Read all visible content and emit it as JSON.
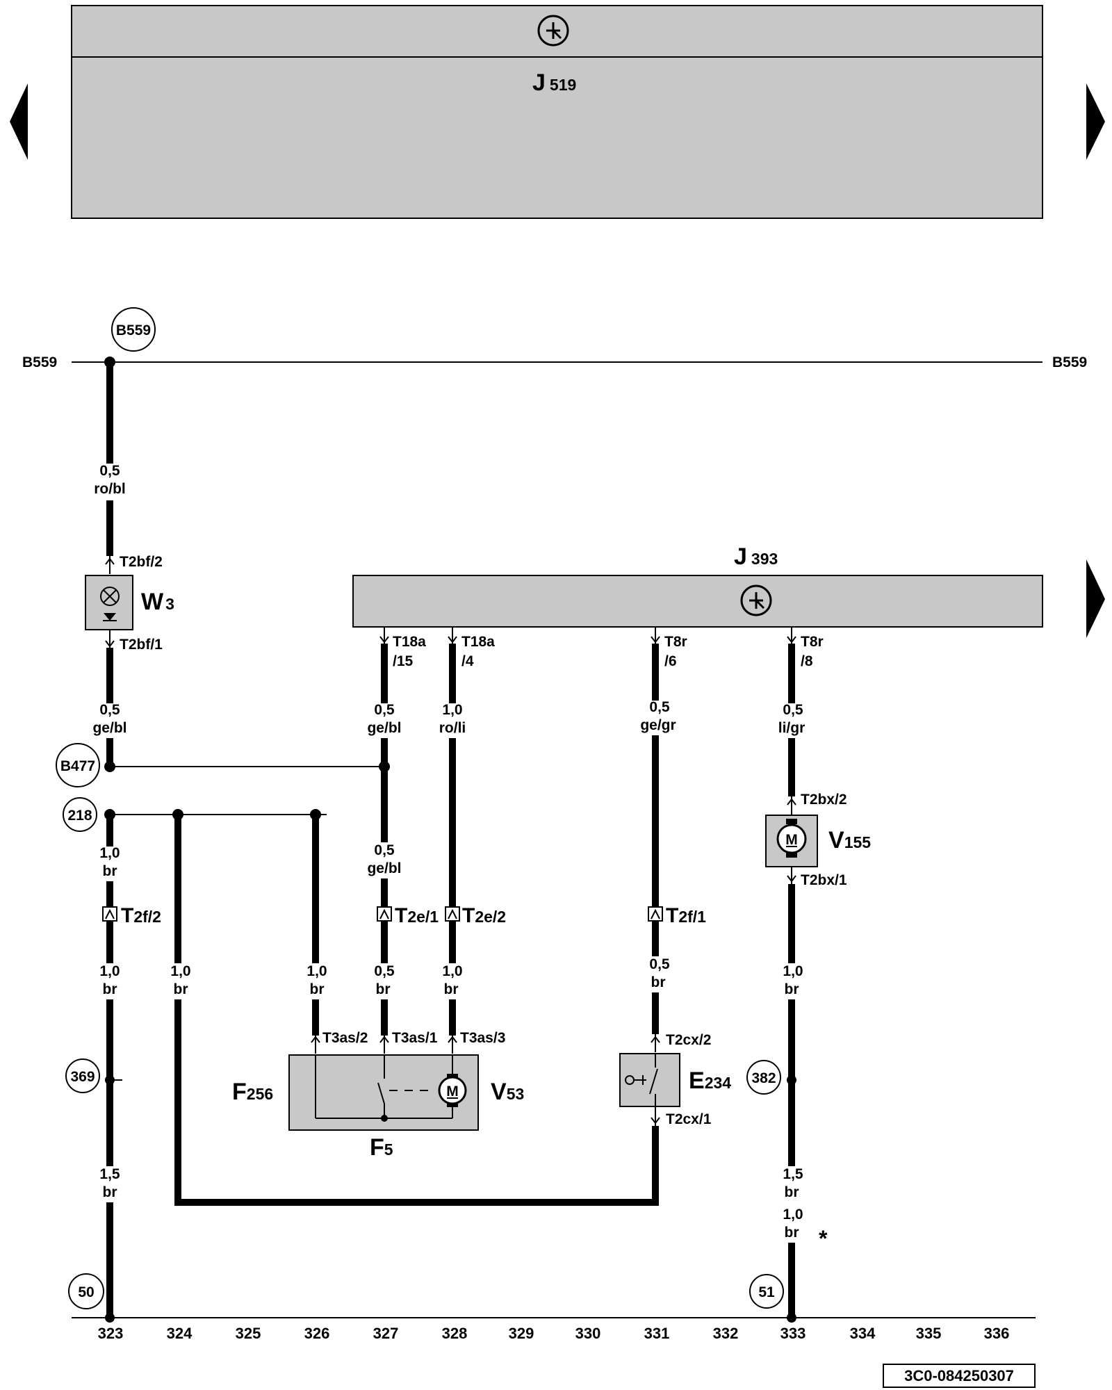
{
  "control_units": {
    "top": {
      "name": "J",
      "sub": "519"
    },
    "mid": {
      "name": "J",
      "sub": "393"
    }
  },
  "bus": {
    "left": "B559",
    "right": "B559",
    "node": "B559"
  },
  "nodes": {
    "b477": "B477",
    "n218": "218",
    "n369": "369",
    "n382": "382",
    "n50": "50",
    "n51": "51"
  },
  "components": {
    "w3": {
      "name": "W",
      "sub": "3"
    },
    "v155": {
      "name": "V",
      "sub": "155"
    },
    "f256": {
      "name": "F",
      "sub": "256"
    },
    "v53": {
      "name": "V",
      "sub": "53"
    },
    "f5": {
      "name": "F",
      "sub": "5"
    },
    "e234": {
      "name": "E",
      "sub": "234"
    },
    "motor_letter": "M"
  },
  "connectors": {
    "t2bf2": "T2bf/2",
    "t2bf1": "T2bf/1",
    "t18a15_a": "T18a",
    "t18a15_b": "/15",
    "t18a4_a": "T18a",
    "t18a4_b": "/4",
    "t8r6_a": "T8r",
    "t8r6_b": "/6",
    "t8r8_a": "T8r",
    "t8r8_b": "/8",
    "t2bx2": "T2bx/2",
    "t2bx1": "T2bx/1",
    "t2f2": {
      "main": "T",
      "sub": "2f/2"
    },
    "t2e1": {
      "main": "T",
      "sub": "2e/1"
    },
    "t2e2": {
      "main": "T",
      "sub": "2e/2"
    },
    "t2f1": {
      "main": "T",
      "sub": "2f/1"
    },
    "t3as2": "T3as/2",
    "t3as1": "T3as/1",
    "t3as3": "T3as/3",
    "t2cx2": "T2cx/2",
    "t2cx1": "T2cx/1"
  },
  "wires": {
    "w323a": {
      "size": "0,5",
      "color": "ro/bl"
    },
    "w323b": {
      "size": "0,5",
      "color": "ge/bl"
    },
    "w323c": {
      "size": "1,0",
      "color": "br"
    },
    "w323d": {
      "size": "1,0",
      "color": "br"
    },
    "w323e": {
      "size": "1,5",
      "color": "br"
    },
    "w324": {
      "size": "1,0",
      "color": "br"
    },
    "w326": {
      "size": "1,0",
      "color": "br"
    },
    "w327a": {
      "size": "0,5",
      "color": "ge/bl"
    },
    "w327b": {
      "size": "0,5",
      "color": "ge/bl"
    },
    "w327c": {
      "size": "0,5",
      "color": "br"
    },
    "w328a": {
      "size": "1,0",
      "color": "ro/li"
    },
    "w328b": {
      "size": "1,0",
      "color": "br"
    },
    "w331a": {
      "size": "0,5",
      "color": "ge/gr"
    },
    "w331b": {
      "size": "0,5",
      "color": "br"
    },
    "w333a": {
      "size": "0,5",
      "color": "li/gr"
    },
    "w333b": {
      "size": "1,0",
      "color": "br"
    },
    "w333c": {
      "size": "1,5",
      "color": "br"
    },
    "w333d": {
      "size": "1,0",
      "color": "br"
    }
  },
  "asterisk": "*",
  "tracks": [
    "323",
    "324",
    "325",
    "326",
    "327",
    "328",
    "329",
    "330",
    "331",
    "332",
    "333",
    "334",
    "335",
    "336"
  ],
  "doc_id": "3C0-084250307",
  "colors": {
    "component_fill": "#c8c8c8",
    "line": "#000000",
    "background": "#ffffff"
  },
  "icons": [
    "left-arrow-icon",
    "right-arrow-icon",
    "ground-symbol-icon",
    "lamp-icon",
    "motor-icon",
    "switch-icon"
  ]
}
